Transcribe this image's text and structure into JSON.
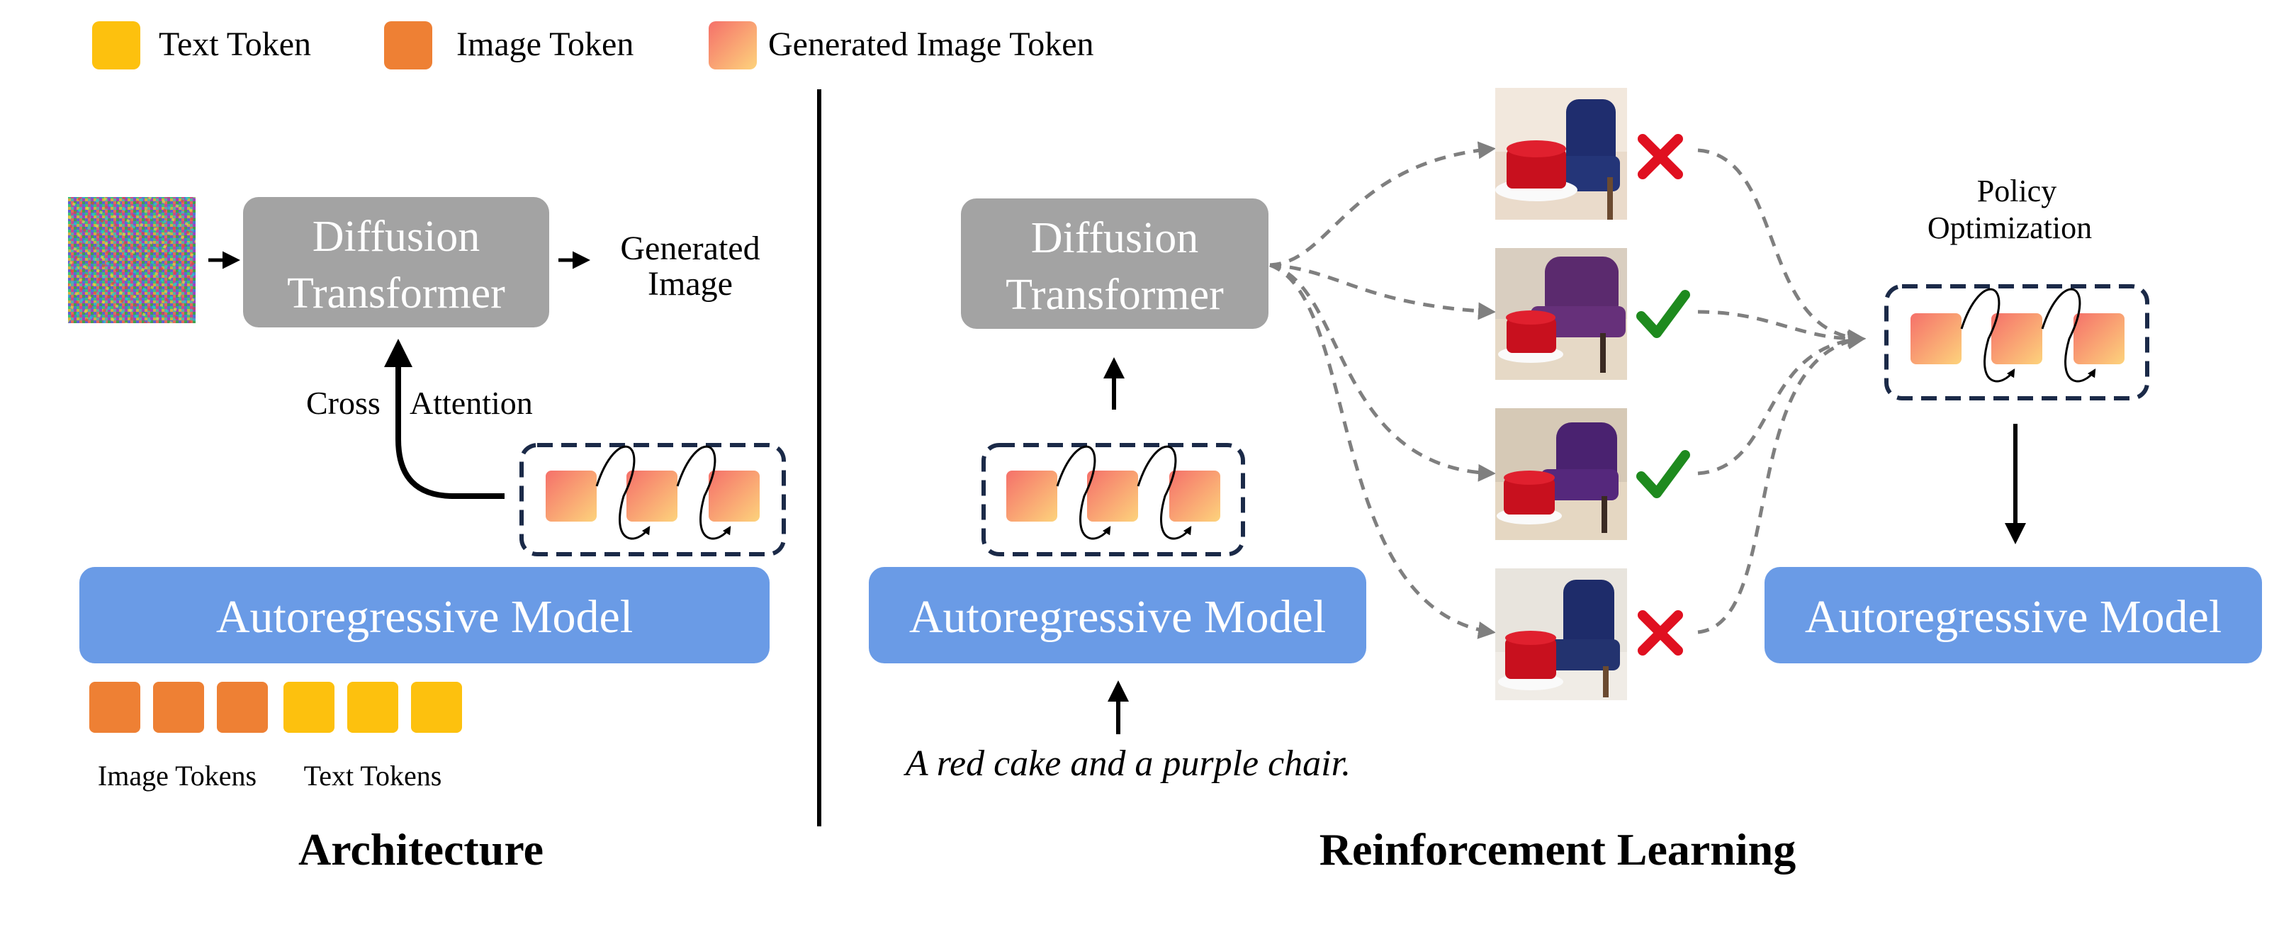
{
  "legend": [
    {
      "label": "Text Token",
      "kind": "text"
    },
    {
      "label": "Image Token",
      "kind": "image"
    },
    {
      "label": "Generated Image Token",
      "kind": "generated"
    }
  ],
  "colors": {
    "text_token": "#FDC10E",
    "image_token": "#EE8034",
    "generated_from": "#F5716B",
    "generated_to": "#FDD17A",
    "diffusion_box": "#A3A3A3",
    "ar_box": "#6A9BE6",
    "dashed_frame": "#1B2A48",
    "check": "#1E8A1E",
    "cross": "#E01020",
    "dashed_arrow": "#7F7F7F"
  },
  "architecture": {
    "diffusion_line1": "Diffusion",
    "diffusion_line2": "Transformer",
    "generated_line1": "Generated",
    "generated_line2": "Image",
    "cross": "Cross",
    "attention": "Attention",
    "ar_model": "Autoregressive Model",
    "image_tokens_label": "Image Tokens",
    "text_tokens_label": "Text Tokens",
    "title": "Architecture"
  },
  "rl": {
    "diffusion_line1": "Diffusion",
    "diffusion_line2": "Transformer",
    "ar_model": "Autoregressive Model",
    "prompt": "A red cake and a purple chair.",
    "policy_line1": "Policy",
    "policy_line2": "Optimization",
    "ar_model_right": "Autoregressive Model",
    "title": "Reinforcement Learning",
    "samples": [
      {
        "chair": "navy",
        "reward": "cross-icon"
      },
      {
        "chair": "purple",
        "reward": "check-icon"
      },
      {
        "chair": "purple",
        "reward": "check-icon"
      },
      {
        "chair": "navy",
        "reward": "cross-icon"
      }
    ]
  }
}
